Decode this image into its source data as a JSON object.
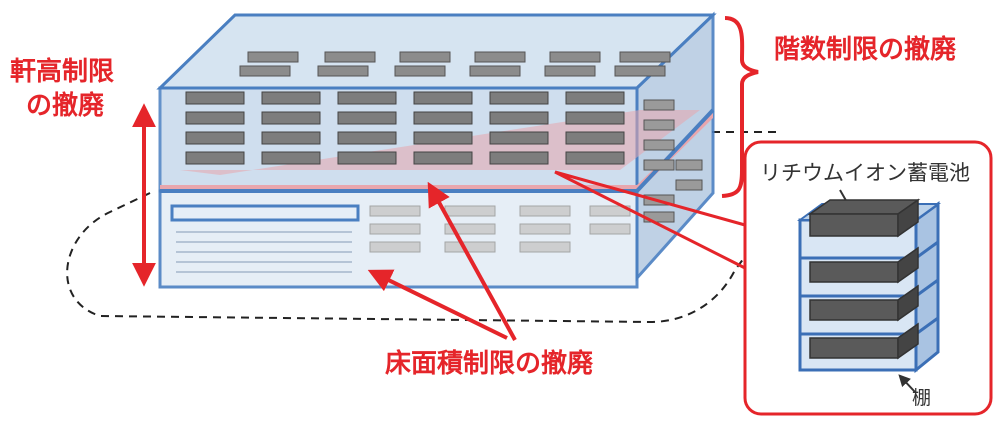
{
  "labels": {
    "eave_height": [
      "軒高制限",
      "の撤廃"
    ],
    "floor_count": "階数制限の撤廃",
    "floor_area": "床面積制限の撤廃",
    "battery": "リチウムイオン蓄電池",
    "shelf": "棚"
  },
  "colors": {
    "accent_red": "#e5252a",
    "frame_blue": "#4a7fc1",
    "glass_blue": "#c9dcee",
    "battery_dark": "#555555",
    "floor_pink": "#e8a6ad"
  }
}
